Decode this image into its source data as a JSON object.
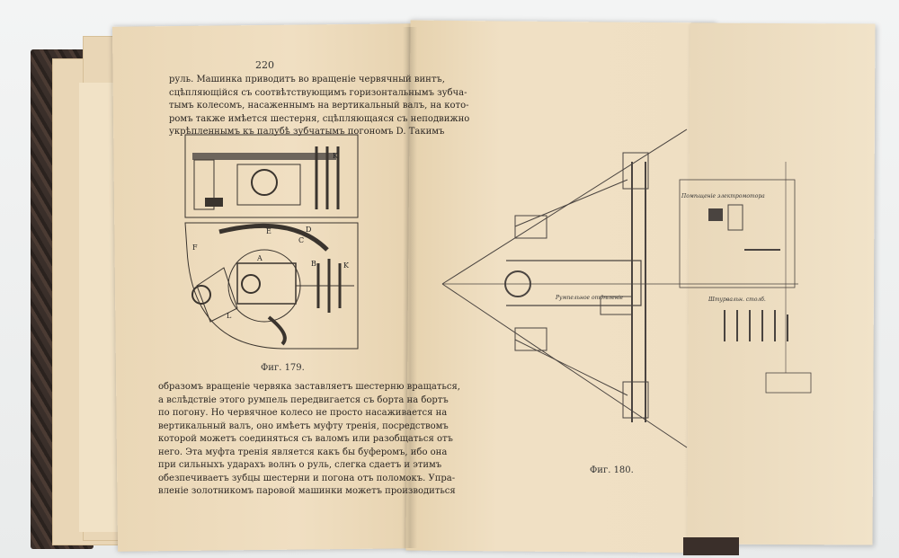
{
  "left_page": {
    "number": "220",
    "top_lines": [
      "руль. Машинка приводитъ во вращеніе червячный винтъ,",
      "сцѣпляющійся съ соотвѣтствующимъ горизонтальнымъ зубча-",
      "тымъ колесомъ, насаженнымъ на вертикальный валъ, на кото-",
      "ромъ также имѣется шестерня, сцѣпляющаяся съ неподвижно",
      "укрѣпленнымъ къ палубѣ зубчатымъ погономъ D. Такимъ"
    ],
    "figure_caption": "Фиг. 179.",
    "bottom_lines": [
      "образомъ вращеніе червяка заставляетъ шестерню вращаться,",
      "а вслѣдствіе этого румпель передвигается съ борта на бортъ",
      "по погону. Но червячное колесо не просто насаживается на",
      "вертикальный валъ, оно имѣетъ муфту тренія, посредствомъ",
      "которой можетъ соединяться съ валомъ или разобщаться отъ",
      "него. Эта муфта тренія является какъ бы буферомъ, ибо она",
      "при сильныхъ ударахъ волнъ о руль, слегка сдаетъ и этимъ",
      "обезпечиваетъ зубцы шестерни и погона отъ поломокъ. Упра-",
      "вленіе золотникомъ паровой машинки можетъ производиться"
    ],
    "figure_labels": [
      "K",
      "K",
      "D",
      "C",
      "B",
      "A",
      "E",
      "F",
      "L"
    ]
  },
  "right_page": {
    "figure_caption": "Фиг. 180.",
    "labels": [
      "Румпельное отдѣленіе",
      "Помѣщеніе электромотора",
      "Штурвальн. столб."
    ]
  },
  "colors": {
    "paper": "#eedcbe",
    "ink": "#2b2622",
    "cover": "#3a2f2a",
    "background": "#eceeef"
  }
}
